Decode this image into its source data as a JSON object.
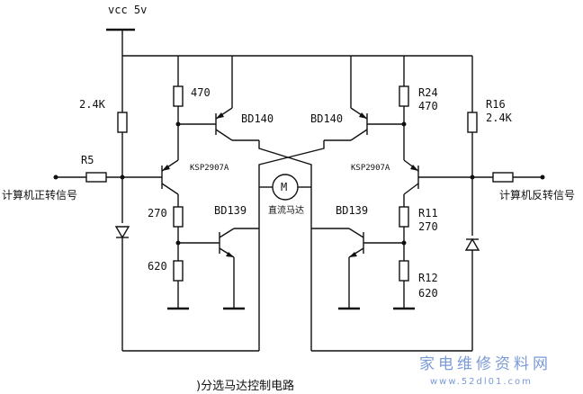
{
  "diagram": {
    "supply_label": "vcc 5v",
    "title": ")分选马达控制电路",
    "left": {
      "r_top_value": "2.4K",
      "r_input_name": "R5",
      "input_signal": "计算机正转信号",
      "pnp_collector_resistor": "470",
      "pnp_part": "KSP2907A",
      "r_mid_value": "270",
      "r_bot_value": "620",
      "power_pnp": "BD140",
      "power_npn": "BD139"
    },
    "right": {
      "r_top_name": "R16",
      "r_top_value": "2.4K",
      "pnp_collector_resistor_name": "R24",
      "pnp_collector_resistor_value": "470",
      "pnp_part": "KSP2907A",
      "r_mid_name": "R11",
      "r_mid_value": "270",
      "r_bot_name": "R12",
      "r_bot_value": "620",
      "power_pnp": "BD140",
      "power_npn": "BD139",
      "input_signal": "计算机反转信号"
    },
    "motor": {
      "symbol": "M",
      "label": "直流马达"
    },
    "watermark": {
      "text": "家电维修资料网",
      "url": "www.52dl01.com"
    }
  }
}
